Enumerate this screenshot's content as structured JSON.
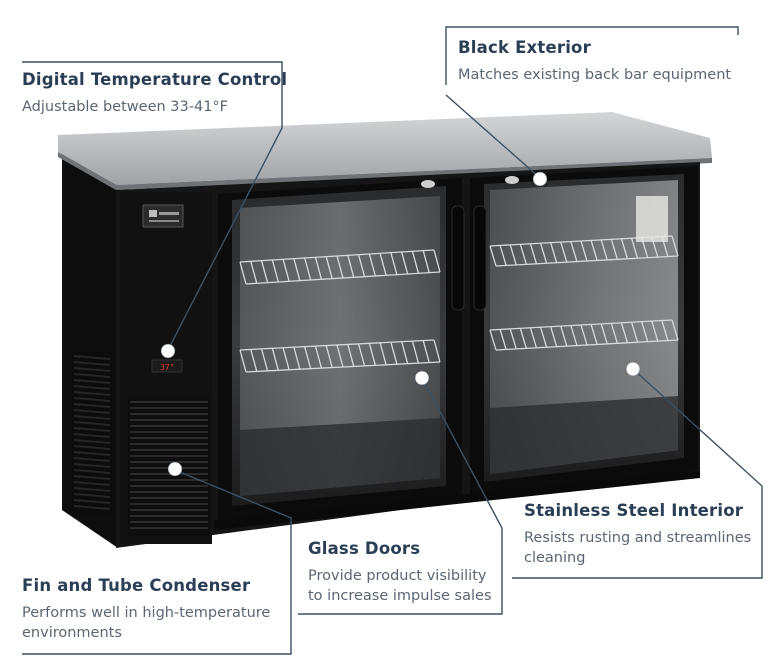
{
  "callouts": {
    "temperature": {
      "title": "Digital Temperature Control",
      "desc": "Adjustable between 33-41°F"
    },
    "exterior": {
      "title": "Black Exterior",
      "desc": "Matches existing back bar equipment"
    },
    "glass": {
      "title": "Glass Doors",
      "desc_line1": "Provide product visibility",
      "desc_line2": "to increase impulse sales"
    },
    "interior": {
      "title": "Stainless Steel Interior",
      "desc_line1": "Resists rusting and streamlines",
      "desc_line2": "cleaning"
    },
    "condenser": {
      "title": "Fin and Tube Condenser",
      "desc_line1": "Performs well in high-temperature",
      "desc_line2": "environments"
    }
  },
  "display": {
    "temperature_readout": "37°"
  },
  "colors": {
    "accent_line": "#3b5063",
    "title_text": "#2a3f55",
    "body_text": "#5a6673",
    "cabinet": "#141414",
    "countertop": "#b9bcbf"
  }
}
